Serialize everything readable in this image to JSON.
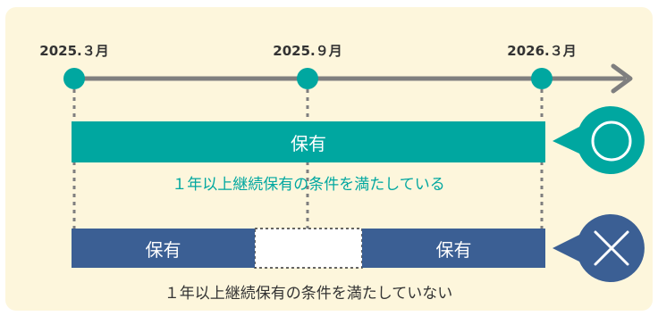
{
  "dates": [
    "2025.３月",
    "2025.９月",
    "2026.３月"
  ],
  "case_ok": {
    "bar_label": "保有",
    "caption": "１年以上継続保有の条件を満たしている",
    "verdict": "○"
  },
  "case_ng": {
    "bar_left_label": "保有",
    "bar_right_label": "保有",
    "caption": "１年以上継続保有の条件を満たしていない",
    "verdict": "×"
  },
  "colors": {
    "teal": "#00a7a0",
    "navy": "#3b5f94",
    "timeline": "#7f7f7f",
    "panel": "#fdf6dc"
  }
}
